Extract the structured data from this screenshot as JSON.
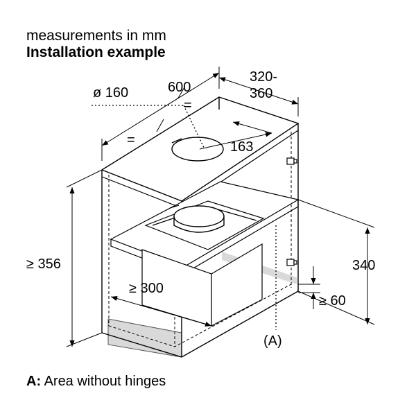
{
  "header": {
    "line1": "measurements in mm",
    "line2": "Installation example"
  },
  "labels": {
    "diameter": "ø 160",
    "width": "600",
    "equal_top": "=",
    "equal_left": "=",
    "depth_line1": "320-",
    "depth_line2": "360",
    "offset": "163",
    "height_min": "≥ 356",
    "inner_width_min": "≥ 300",
    "shelf_height": "340",
    "gap_min": "≥ 60",
    "area_marker": "(A)"
  },
  "legend": {
    "key": "A:",
    "text": "Area without hinges"
  }
}
